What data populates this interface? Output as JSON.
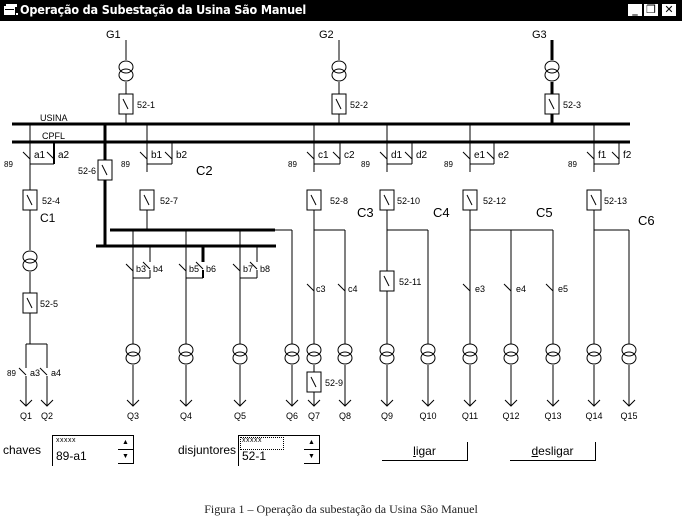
{
  "window": {
    "title": "Operação da Subestação da Usina São Manuel",
    "icon": "app-window-icon",
    "buttons": {
      "minimize": "_",
      "maximize": "❐",
      "close": "✕"
    }
  },
  "diagram": {
    "generators": [
      "G1",
      "G2",
      "G3"
    ],
    "buses": {
      "usina": "USINA",
      "cpfl": "CPFL"
    },
    "circuits": [
      "C1",
      "C2",
      "C3",
      "C4",
      "C5",
      "C6"
    ],
    "breakers": [
      "52-1",
      "52-2",
      "52-3",
      "52-4",
      "52-5",
      "52-6",
      "52-7",
      "52-8",
      "52-9",
      "52-10",
      "52-11",
      "52-12",
      "52-13"
    ],
    "switch_prefix": "89",
    "switches": [
      "a1",
      "a2",
      "a3",
      "a4",
      "b1",
      "b2",
      "b3",
      "b4",
      "b5",
      "b6",
      "b7",
      "b8",
      "c1",
      "c2",
      "c3",
      "c4",
      "d1",
      "d2",
      "e1",
      "e2",
      "e3",
      "e4",
      "e5",
      "f1",
      "f2"
    ],
    "loads": [
      "Q1",
      "Q2",
      "Q3",
      "Q4",
      "Q5",
      "Q6",
      "Q7",
      "Q8",
      "Q9",
      "Q10",
      "Q11",
      "Q12",
      "Q13",
      "Q14",
      "Q15"
    ]
  },
  "controls": {
    "chaves": {
      "label": "chaves",
      "hint": "xxxxx",
      "value": "89-a1"
    },
    "disjuntores": {
      "label": "disjuntores",
      "hint": "xxxxx",
      "value": "52-1"
    },
    "ligar": {
      "underline": "l",
      "rest": "igar"
    },
    "desligar": {
      "underline": "d",
      "rest": "esligar"
    }
  },
  "caption": "Figura 1 – Operação da subestação da Usina São Manuel"
}
